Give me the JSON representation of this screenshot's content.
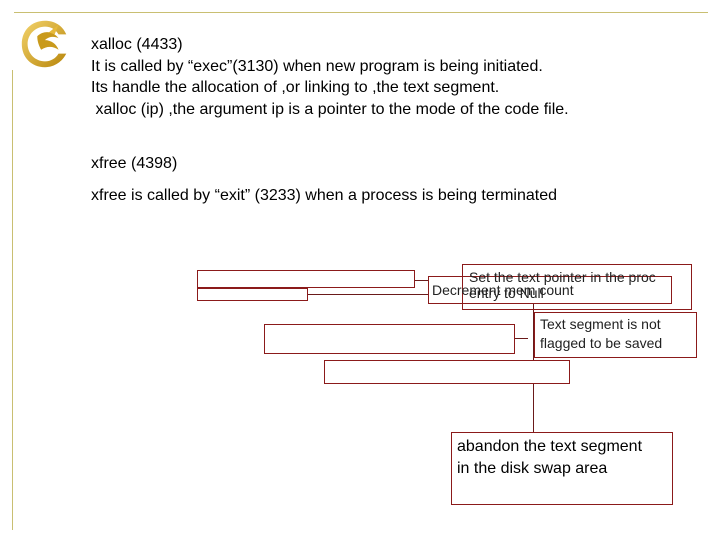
{
  "slide": {
    "lines": [
      "xalloc (4433)",
      "It is called by “exec”(3130) when new program is being initiated.",
      "Its handle the allocation of ,or linking to ,the text segment.",
      " xalloc (ip) ,the argument ip is a pointer to the mode of the code file.",
      "xfree (4398)",
      "xfree is called by “exit” (3233) when a process is being terminated"
    ]
  },
  "diagram": {
    "note_set_pointer": "Set the text pointer in the proc\nentry to Null",
    "note_decrement": "Decrement mem count",
    "note_not_flagged": "Text segment is not\nflagged to be saved",
    "note_abandon": "abandon the text segment\nin the disk swap area"
  },
  "colors": {
    "box_border": "#8b1a1a",
    "frame": "#c9bf72",
    "logo_gold": "#d4a017"
  }
}
